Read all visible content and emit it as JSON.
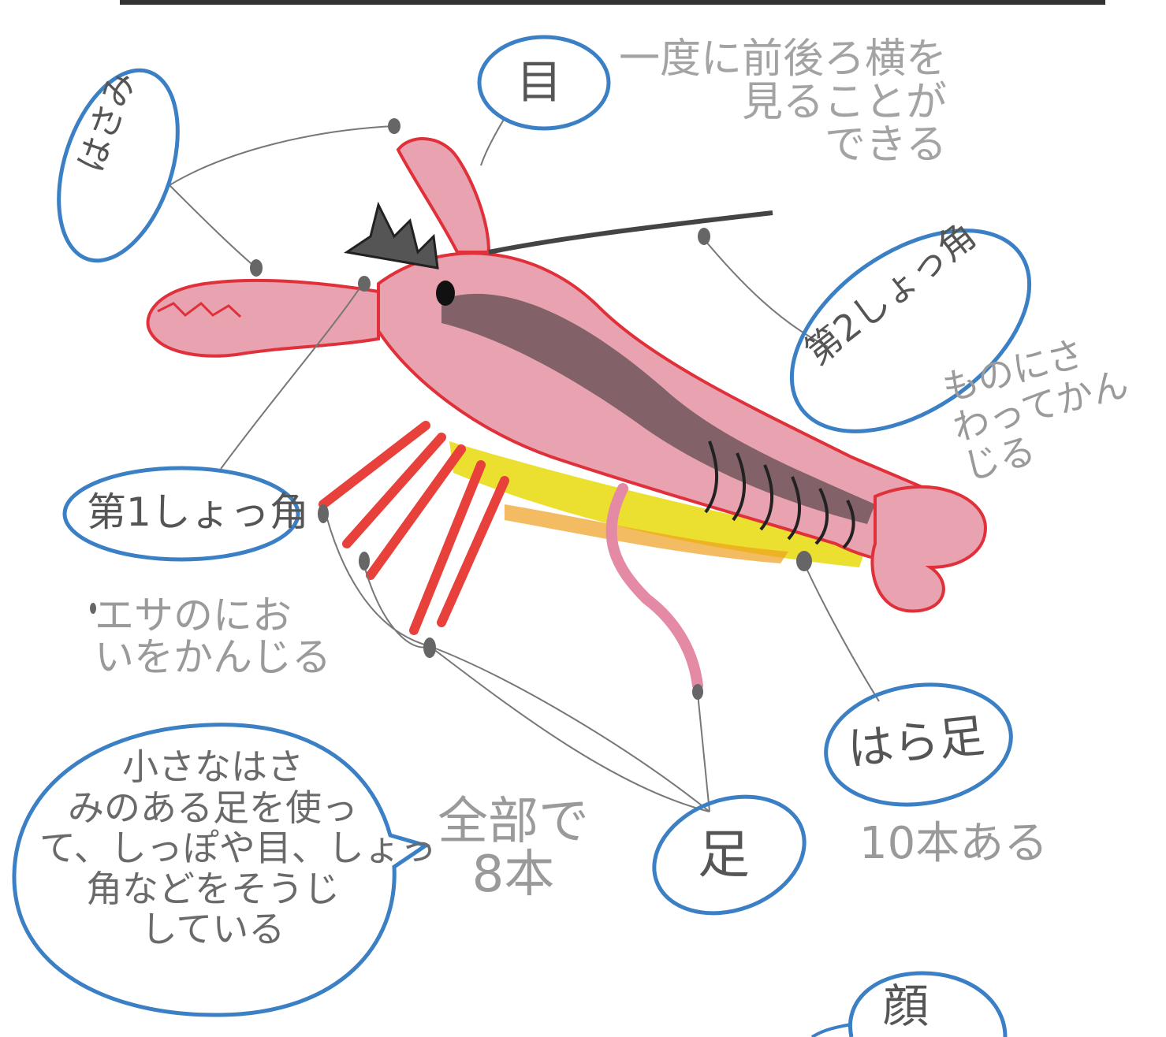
{
  "labels": {
    "hasami": "はさみ",
    "me": "目",
    "me_note": "一度に前後ろ横を\n見ることが\nできる",
    "dai2": "第2しょっ角",
    "dai2_note": "ものにさ\nわってかん\nじる",
    "dai1": "第1しょっ角",
    "dai1_note": "エサのにお\nいをかんじる",
    "speech": "小さなはさ\nみのある足を使っ\nて、しっぽや目、しょっ\n角などをそうじ\nしている",
    "zenbu": "全部で\n8本",
    "ashi": "足",
    "harashi": "はら足",
    "harashi_note": "10本ある",
    "kao": "顔"
  },
  "colors": {
    "bubble_outline": "#3b7fc4",
    "body_fill": "#e8a2b0",
    "body_outline": "#e0303a",
    "shell_shading": "#3a3a3a",
    "under_legs": "#e3d400",
    "leg_red": "#e8403a",
    "pencil_line": "#777777"
  }
}
